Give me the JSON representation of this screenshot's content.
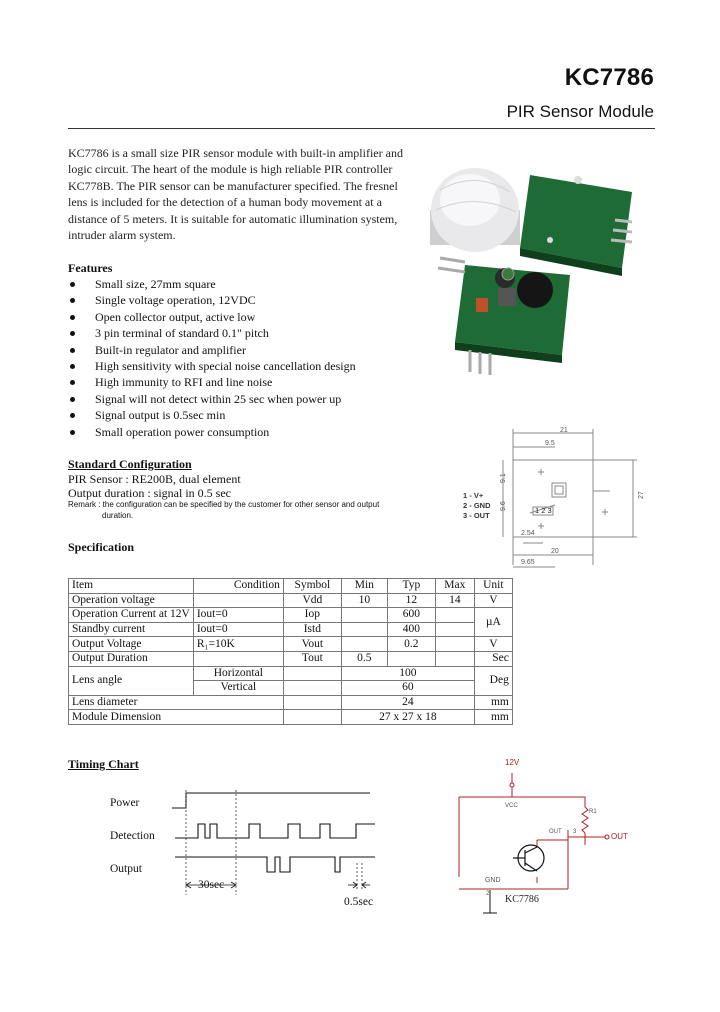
{
  "header": {
    "title": "KC7786",
    "subtitle": "PIR Sensor Module"
  },
  "intro": "KC7786 is a small size PIR sensor module with built-in amplifier and logic circuit. The heart of the module is high reliable PIR controller KC778B. The PIR sensor can be manufacturer specified. The fresnel lens is included for the detection of a human body movement at a distance of 5 meters. It is suitable for automatic illumination system, intruder alarm system.",
  "features": {
    "heading": "Features",
    "items": [
      "Small size, 27mm square",
      "Single voltage operation, 12VDC",
      "Open collector output, active low",
      "3 pin terminal of standard 0.1\" pitch",
      "Built-in regulator and amplifier",
      "High sensitivity with special noise cancellation design",
      "High immunity to RFI and line noise",
      "Signal will not detect within 25 sec when power up",
      "Signal output is 0.5sec min",
      "Small operation power consumption"
    ]
  },
  "config": {
    "heading": "Standard Configuration",
    "sensor": "PIR Sensor : RE200B, dual element",
    "duration": "Output duration : signal in  0.5 sec",
    "remark_1": "Remark : the configuration can be specified by the customer for other sensor and output",
    "remark_2": "duration."
  },
  "dimension": {
    "width": "21",
    "top_offset": "9.5",
    "left_v1": "9.1",
    "left_v2": "9.6",
    "height": "27",
    "pin_numbers": "1 2 3",
    "pin_pitch": "2.54",
    "bottom_width": "20",
    "bottom_offset": "9.65",
    "pins": [
      "1 - V+",
      "2 - GND",
      "3 - OUT"
    ]
  },
  "spec": {
    "heading": "Specification",
    "headers": [
      "Item",
      "Condition",
      "Symbol",
      "Min",
      "Typ",
      "Max",
      "Unit"
    ],
    "rows": {
      "op_voltage": [
        "Operation voltage",
        "",
        "Vdd",
        "10",
        "12",
        "14",
        "V"
      ],
      "op_current": [
        "Operation Current at 12V",
        "Iout=0",
        "Iop",
        "",
        "600",
        ""
      ],
      "standby": [
        "Standby current",
        "Iout=0",
        "Istd",
        "",
        "400",
        ""
      ],
      "current_unit": "µA",
      "out_voltage": [
        "Output Voltage",
        "R₁=10K",
        "Vout",
        "",
        "0.2",
        "",
        "V"
      ],
      "out_duration": [
        "Output Duration",
        "",
        "Tout",
        "0.5",
        "",
        "",
        "Sec"
      ],
      "lens_angle": {
        "label": "Lens angle",
        "h": "Horizontal",
        "h_val": "100",
        "v": "Vertical",
        "v_val": "60",
        "unit": "Deg"
      },
      "lens_diameter": [
        "Lens diameter",
        "24",
        "mm"
      ],
      "module_dim": [
        "Module Dimension",
        "27 x 27 x 18",
        "mm"
      ]
    }
  },
  "timing": {
    "heading": "Timing Chart",
    "labels": [
      "Power",
      "Detection",
      "Output"
    ],
    "t30": "30sec",
    "t05": "0.5sec"
  },
  "circuit": {
    "v12": "12V",
    "vcc": "VCC",
    "r1": "R1",
    "out": "OUT",
    "pin3": "3",
    "pin2": "2",
    "out_term": "OUT",
    "gnd": "GND",
    "part": "KC7786"
  },
  "colors": {
    "circuit": "#b02020",
    "pcb": "#1f6b35",
    "rule": "#333333"
  }
}
